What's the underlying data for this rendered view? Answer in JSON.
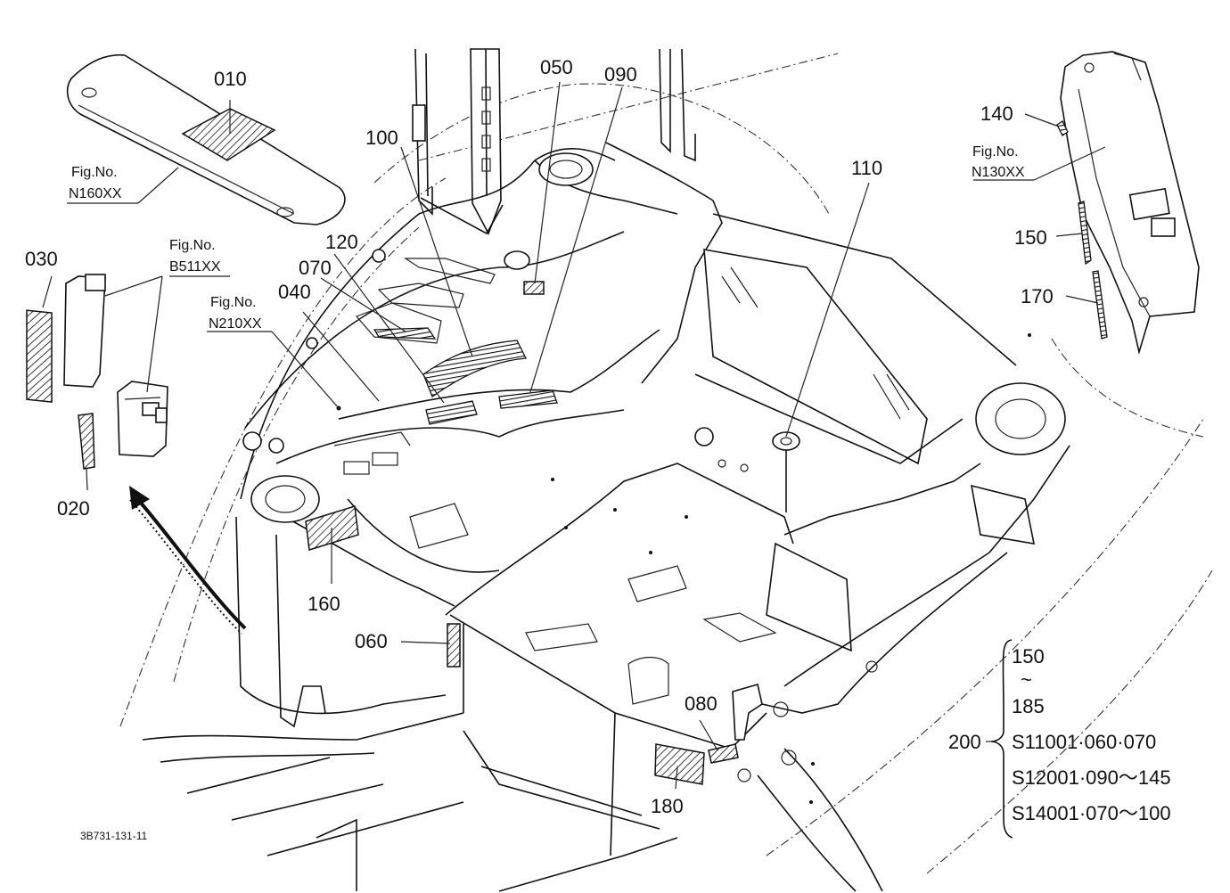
{
  "diagram_code": "3B731-131-11",
  "fig_refs": {
    "n160": {
      "line1": "Fig.No.",
      "line2": "N160XX"
    },
    "b511": {
      "line1": "Fig.No.",
      "line2": "B511XX"
    },
    "n210": {
      "line1": "Fig.No.",
      "line2": "N210XX"
    },
    "n130": {
      "line1": "Fig.No.",
      "line2": "N130XX"
    }
  },
  "parts": {
    "p010": "010",
    "p020": "020",
    "p030": "030",
    "p040": "040",
    "p050": "050",
    "p060": "060",
    "p070": "070",
    "p080": "080",
    "p090": "090",
    "p100": "100",
    "p110": "110",
    "p120": "120",
    "p140": "140",
    "p150": "150",
    "p160": "160",
    "p170": "170",
    "p180": "180"
  },
  "legend": {
    "label": "200",
    "lines": [
      "150",
      "~",
      "185",
      "S11001·060·070",
      "S12001·090～145",
      "S14001·070～100"
    ]
  }
}
